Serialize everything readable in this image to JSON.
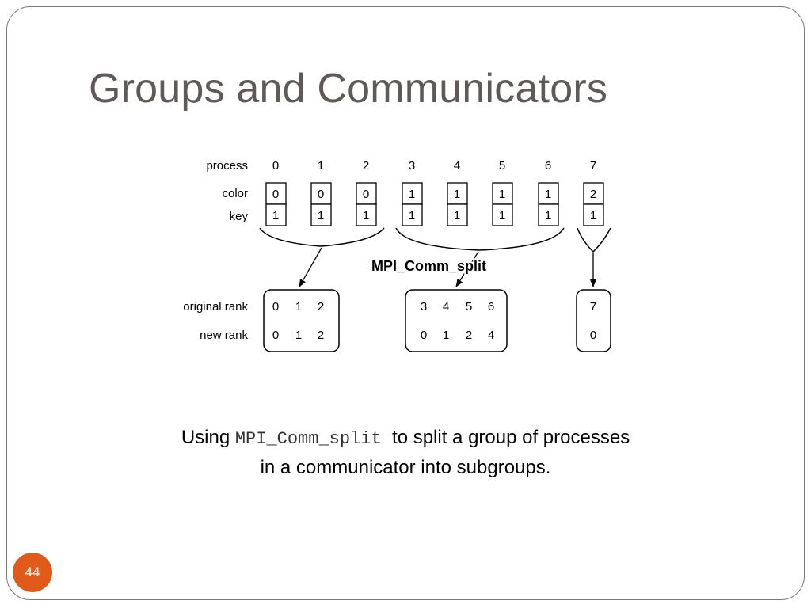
{
  "slide": {
    "title": "Groups and Communicators",
    "page_number": "44"
  },
  "diagram": {
    "row_labels": {
      "process": "process",
      "color": "color",
      "key": "key",
      "original_rank": "original rank",
      "new_rank": "new rank"
    },
    "processes": [
      {
        "process": "0",
        "color": "0",
        "key": "1"
      },
      {
        "process": "1",
        "color": "0",
        "key": "1"
      },
      {
        "process": "2",
        "color": "0",
        "key": "1"
      },
      {
        "process": "3",
        "color": "1",
        "key": "1"
      },
      {
        "process": "4",
        "color": "1",
        "key": "1"
      },
      {
        "process": "5",
        "color": "1",
        "key": "1"
      },
      {
        "process": "6",
        "color": "1",
        "key": "1"
      },
      {
        "process": "7",
        "color": "2",
        "key": "1"
      }
    ],
    "function_label": "MPI_Comm_split",
    "subgroups": [
      {
        "original": [
          "0",
          "1",
          "2"
        ],
        "new": [
          "0",
          "1",
          "2"
        ]
      },
      {
        "original": [
          "3",
          "4",
          "5",
          "6"
        ],
        "new": [
          "0",
          "1",
          "2",
          "4"
        ]
      },
      {
        "original": [
          "7"
        ],
        "new": [
          "0"
        ]
      }
    ]
  },
  "caption": {
    "prefix": "Using ",
    "code": "MPI_Comm_split",
    "suffix": "  to split a group of processes",
    "line2": "in a communicator into subgroups."
  }
}
